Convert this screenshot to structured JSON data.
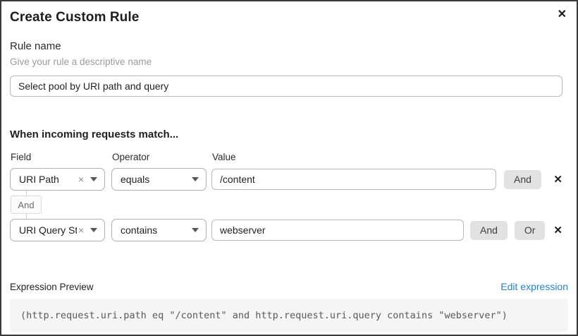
{
  "dialog": {
    "title": "Create Custom Rule",
    "close_icon": "✕"
  },
  "rule_name": {
    "label": "Rule name",
    "helper": "Give your rule a descriptive name",
    "value": "Select pool by URI path and query"
  },
  "match": {
    "heading": "When incoming requests match...",
    "columns": {
      "field": "Field",
      "operator": "Operator",
      "value": "Value"
    },
    "connector_label": "And",
    "clear_icon": "×",
    "delete_icon": "✕",
    "rows": [
      {
        "field": "URI Path",
        "operator": "equals",
        "value": "/content",
        "and_label": "And"
      },
      {
        "field": "URI Query St...",
        "operator": "contains",
        "value": "webserver",
        "and_label": "And",
        "or_label": "Or"
      }
    ]
  },
  "expression": {
    "label": "Expression Preview",
    "edit_link": "Edit expression",
    "code": "(http.request.uri.path eq \"/content\" and http.request.uri.query contains \"webserver\")"
  },
  "colors": {
    "link_blue": "#2684c8",
    "chip_button_bg": "#e2e2e2",
    "code_background": "#f5f5f5",
    "border_dark": "#3a3a3a"
  }
}
